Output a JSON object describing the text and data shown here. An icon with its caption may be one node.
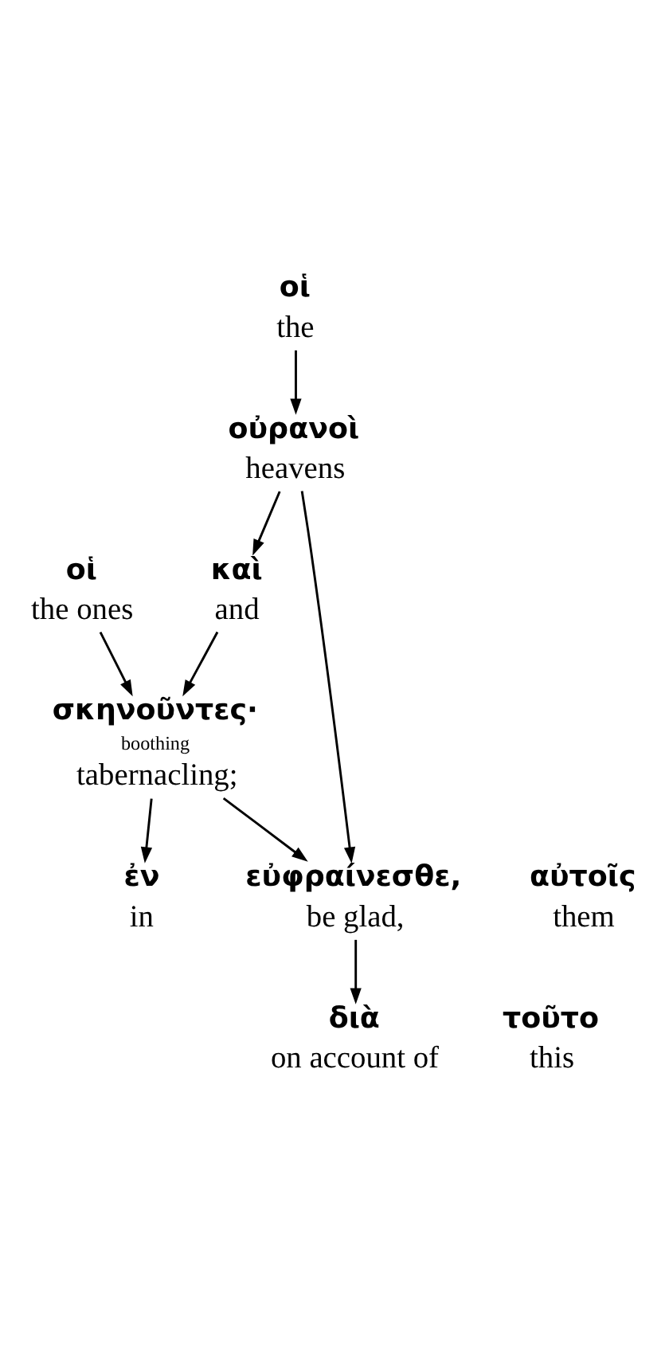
{
  "diagram": {
    "nodes": [
      {
        "text": [
          "διὰ",
          "on account of"
        ]
      },
      {
        "text": [
          "τοῦτο",
          "this"
        ]
      },
      {
        "text": [
          "εὐφραίνεσθε,",
          "be glad,"
        ]
      },
      {
        "text": [
          "οἱ",
          "the"
        ]
      },
      {
        "text": [
          "οὐρανοὶ",
          "heavens"
        ]
      },
      {
        "text": [
          "καὶ",
          "and"
        ]
      },
      {
        "text": [
          "οἱ",
          "the ones"
        ]
      },
      {
        "text": [
          "ἐν",
          "in"
        ]
      },
      {
        "text": [
          "αὐτοῖς",
          "them"
        ]
      },
      {
        "text": [
          "σκηνοῦντες·",
          "boothing",
          "tabernacling;"
        ]
      }
    ],
    "edges": [
      {
        "from": 2,
        "to": 0,
        "arrow": "to"
      },
      {
        "from": 3,
        "to": 4,
        "arrow": "to"
      },
      {
        "from": 4,
        "to": 2,
        "arrow": "to"
      },
      {
        "from": 9,
        "to": 2,
        "arrow": "to"
      },
      {
        "from": 4,
        "to": 5,
        "arrow": "to"
      },
      {
        "from": 5,
        "to": 9,
        "arrow": "to"
      },
      {
        "from": 6,
        "to": 9,
        "arrow": "to"
      },
      {
        "from": 9,
        "to": 7,
        "arrow": "to"
      }
    ]
  }
}
